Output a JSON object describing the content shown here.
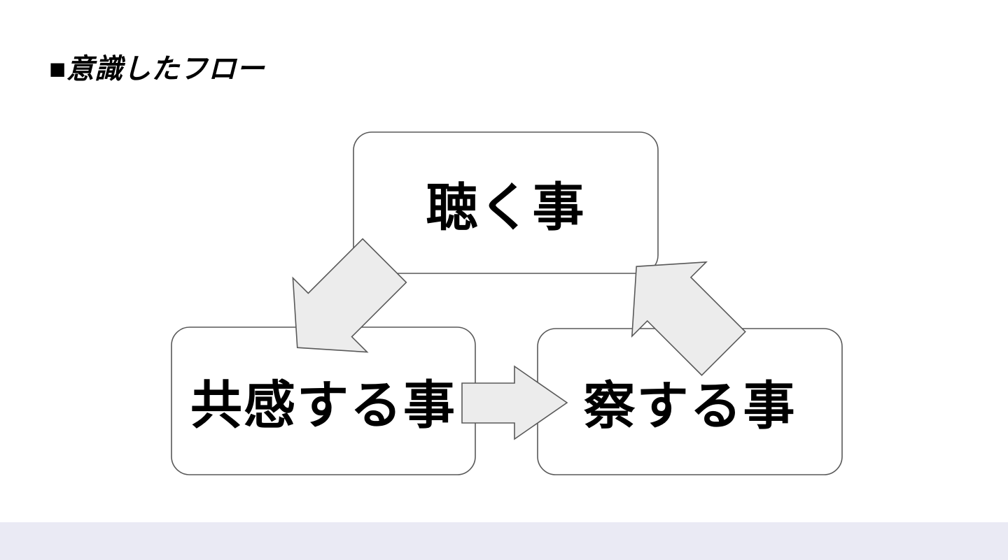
{
  "slide": {
    "title": "■意識したフロー",
    "background_color": "#ffffff",
    "bottom_strip_color": "#eaeaf4"
  },
  "diagram": {
    "type": "cycle-flow",
    "node_fill": "#ffffff",
    "node_border_color": "#595959",
    "arrow_fill": "#ececec",
    "arrow_border_color": "#595959",
    "nodes": [
      {
        "id": "listen",
        "label": "聴く事",
        "position": "top"
      },
      {
        "id": "empathize",
        "label": "共感する事",
        "position": "bottom-left"
      },
      {
        "id": "perceive",
        "label": "察する事",
        "position": "bottom-right"
      }
    ],
    "arrows": [
      {
        "id": "listen-to-empathize",
        "from": "listen",
        "to": "empathize",
        "direction": "down-left"
      },
      {
        "id": "empathize-to-perceive",
        "from": "empathize",
        "to": "perceive",
        "direction": "right"
      },
      {
        "id": "perceive-to-listen",
        "from": "perceive",
        "to": "listen",
        "direction": "up-left"
      }
    ]
  }
}
